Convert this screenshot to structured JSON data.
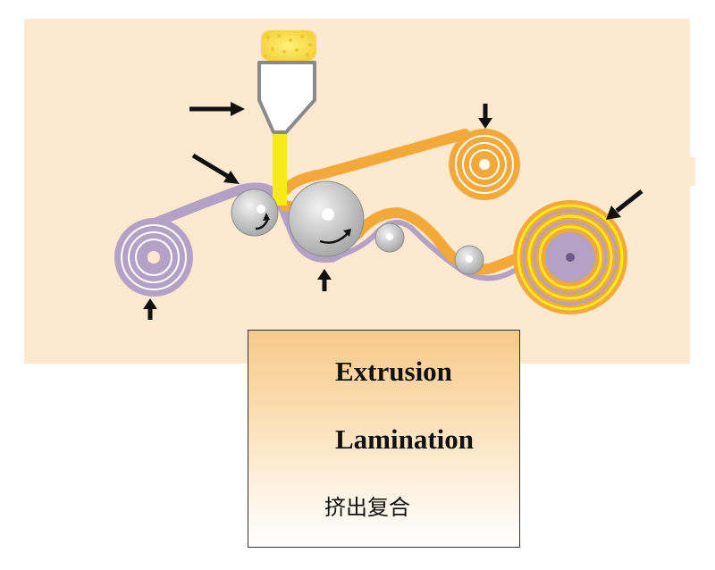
{
  "caption": {
    "line1": "Extrusion",
    "line2": "Lamination",
    "line3": "挤出复合"
  },
  "colors": {
    "background": "#fde9cf",
    "substrate_film": "#b3a2c5",
    "extruded_film": "#f2a93a",
    "melt_curtain": "#f7ea1c",
    "roller": "#c9c9c9",
    "arrow": "#111111"
  }
}
